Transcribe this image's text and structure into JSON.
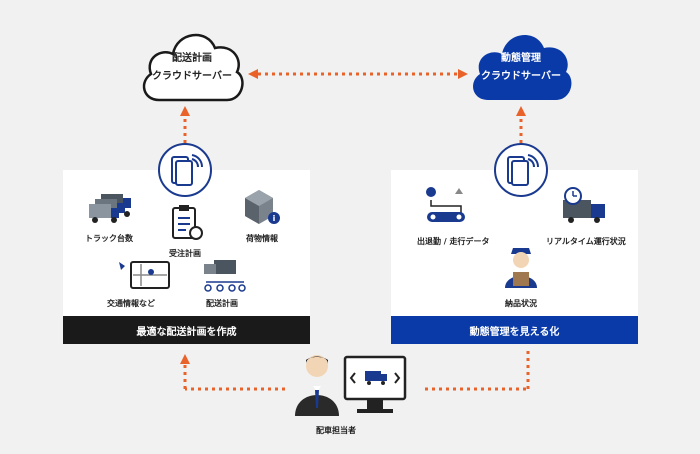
{
  "clouds": {
    "left": {
      "line1": "配送計画",
      "line2": "クラウドサーバー"
    },
    "right": {
      "line1": "動態管理",
      "line2": "クラウドサーバー"
    }
  },
  "left_panel": {
    "items": {
      "truck_count": "トラック台数",
      "order_plan": "受注計画",
      "cargo_info": "荷物情報",
      "traffic_info": "交通情報など",
      "delivery_plan": "配送計画"
    },
    "bar_label": "最適な配送計画を作成"
  },
  "right_panel": {
    "items": {
      "departure_data": "出退勤 / 走行データ",
      "realtime_status": "リアルタイム運行状況",
      "delivery_status": "納品状況"
    },
    "bar_label": "動態管理を見える化"
  },
  "dispatcher": {
    "label": "配車担当者"
  },
  "colors": {
    "navy": "#1a3a8f",
    "blue": "#0a3aa8",
    "orange": "#e8622a",
    "dark": "#222222",
    "black_bar": "#1a1a1a"
  }
}
